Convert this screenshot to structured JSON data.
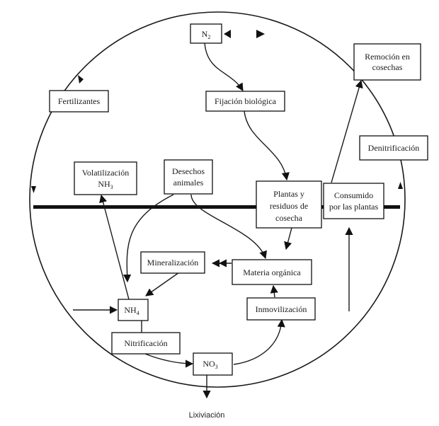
{
  "diagram": {
    "nodes": {
      "n2": {
        "main": "N",
        "sub": "2"
      },
      "fertilizantes": {
        "line1": "Fertilizantes"
      },
      "fijacion": {
        "line1": "Fijación biológica"
      },
      "remocion": {
        "line1": "Remoción en",
        "line2": "cosechas"
      },
      "denitrificacion": {
        "line1": "Denitrificación"
      },
      "volatilizacion": {
        "line1": "Volatilización",
        "line2_main": "NH",
        "line2_sub": "3"
      },
      "desechos": {
        "line1": "Desechos",
        "line2": "animales"
      },
      "plantas": {
        "line1": "Plantas y",
        "line2": "residuos de",
        "line3": "cosecha"
      },
      "consumido": {
        "line1": "Consumido",
        "line2": "por las plantas"
      },
      "mineralizacion": {
        "line1": "Mineralización"
      },
      "materia": {
        "line1": "Materia orgánica"
      },
      "nh4": {
        "main": "NH",
        "sub": "4"
      },
      "inmovilizacion": {
        "line1": "Inmovilización"
      },
      "nitrificacion": {
        "line1": "Nitrificación"
      },
      "no3": {
        "main": "NO",
        "sub": "3"
      }
    },
    "caption": "Lixiviación"
  }
}
